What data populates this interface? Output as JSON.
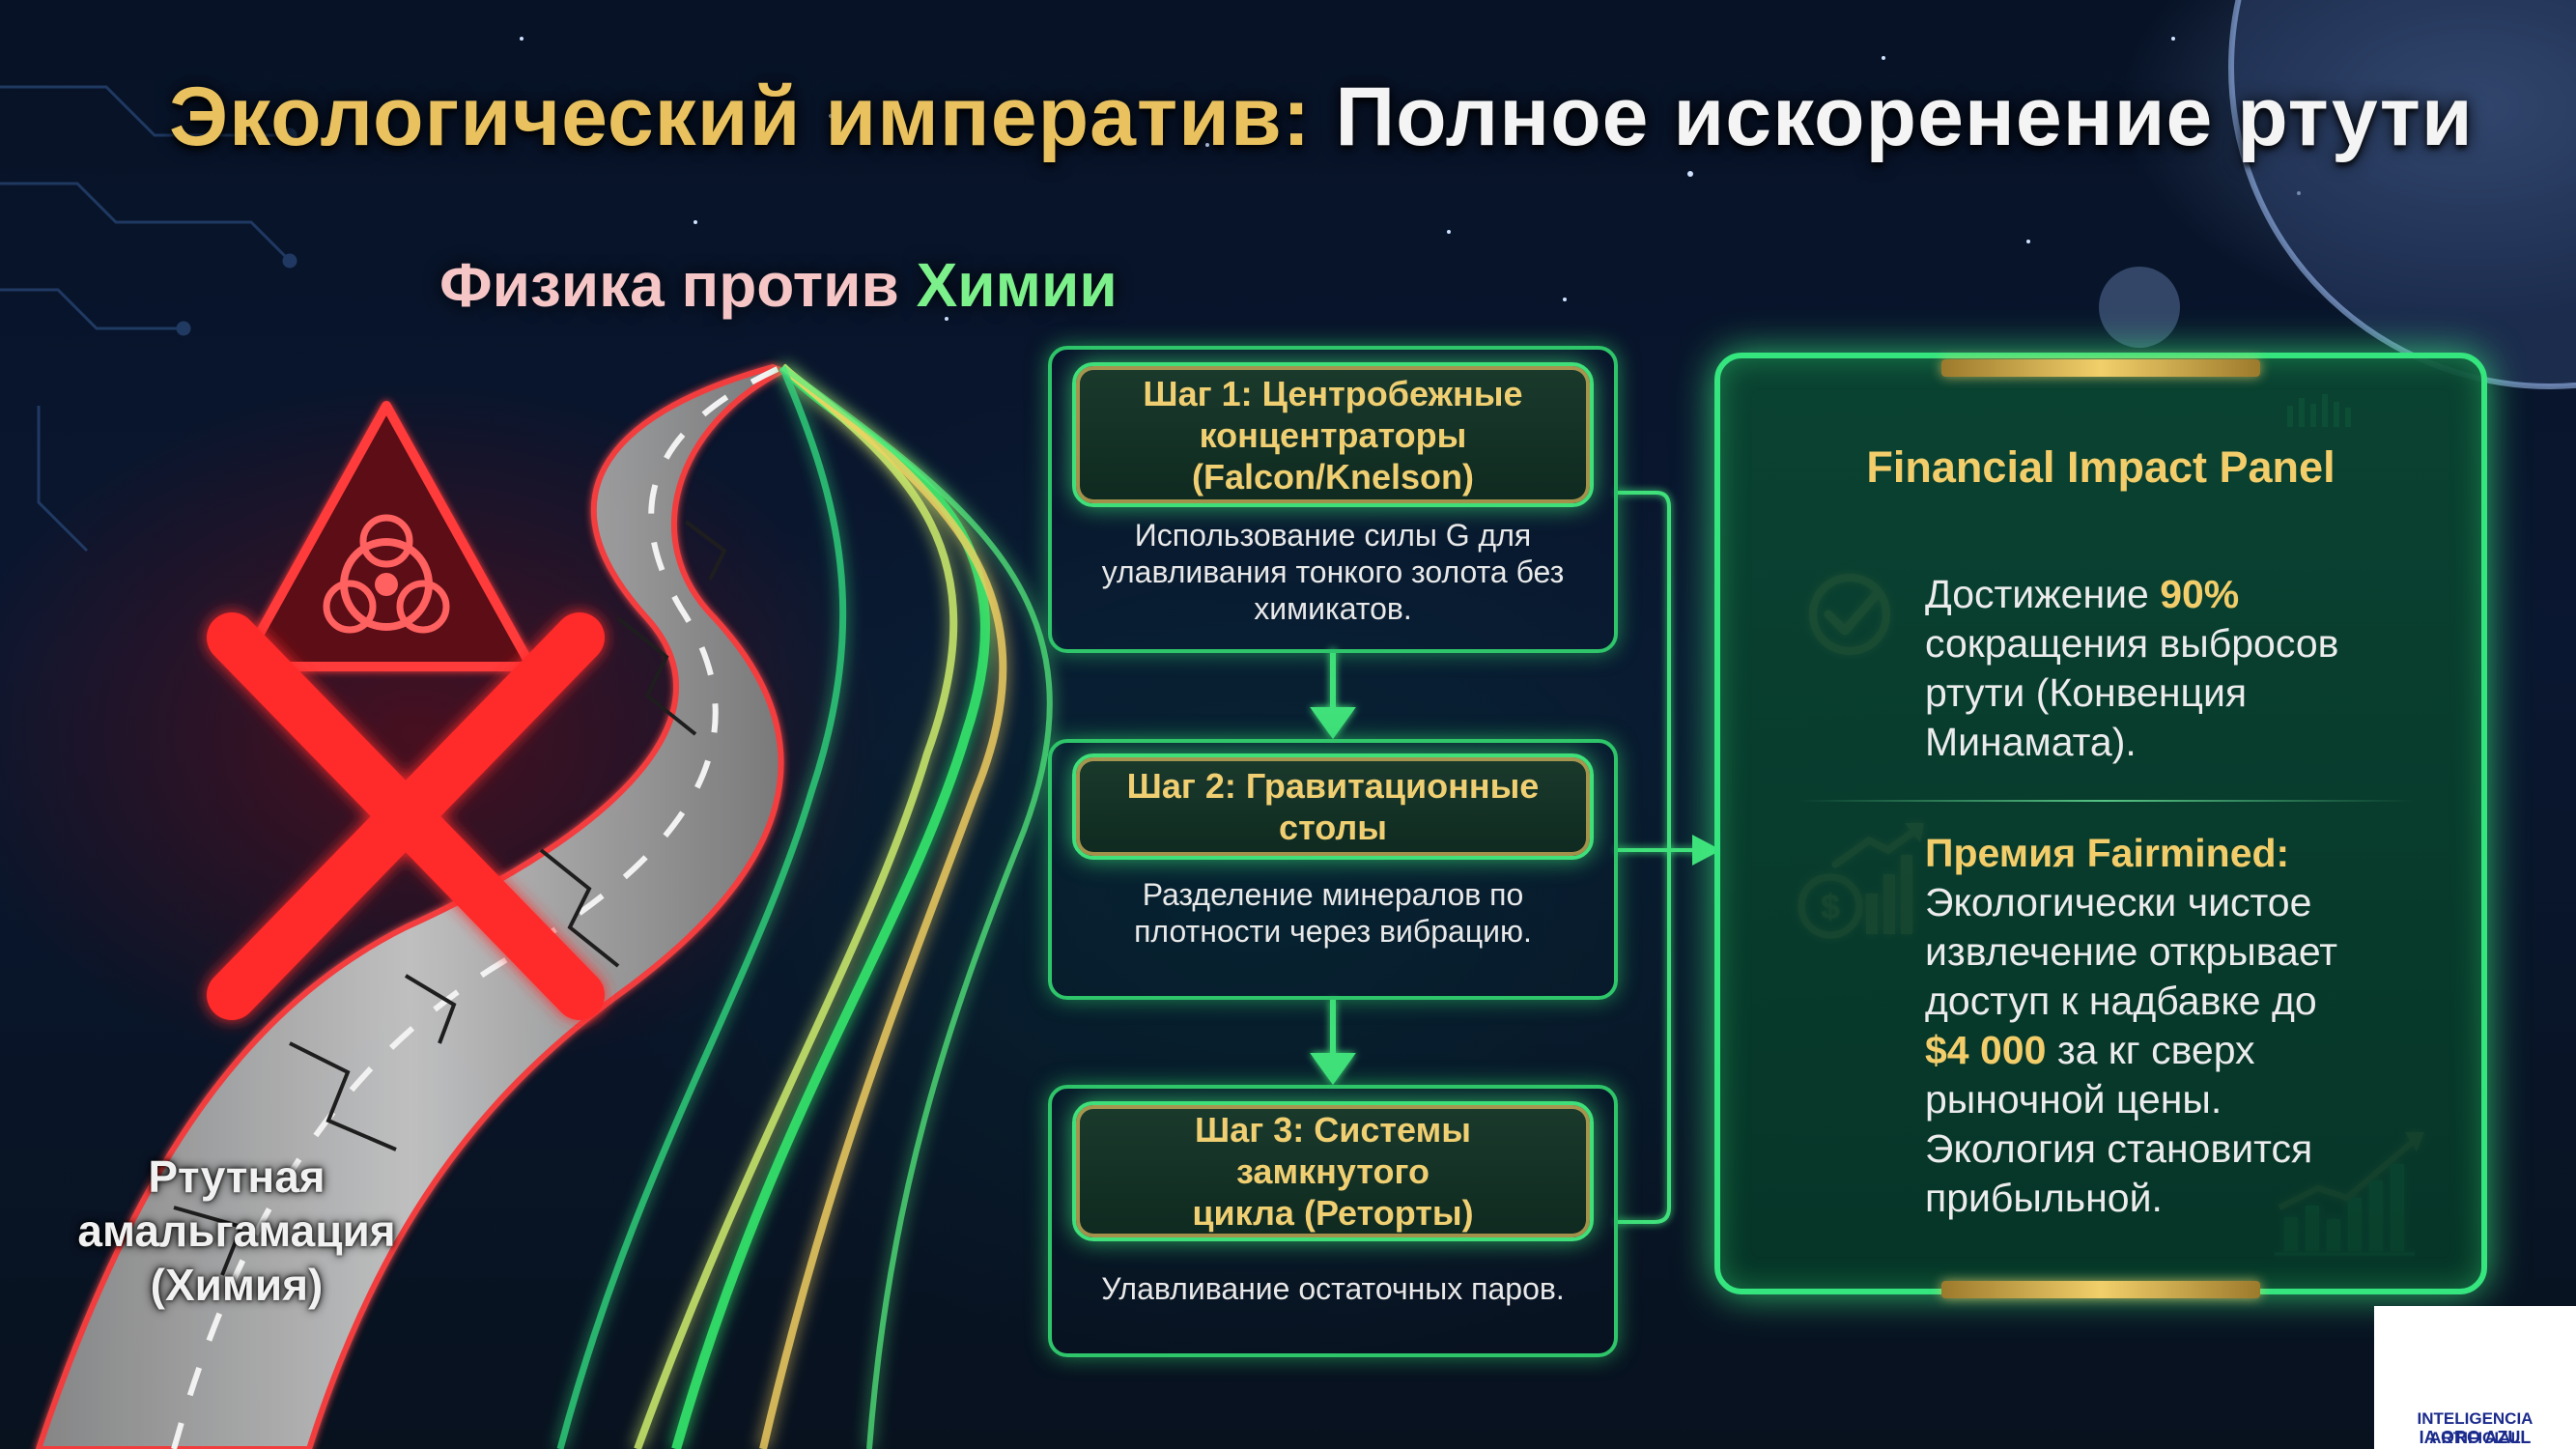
{
  "title": {
    "part1": "Экологический императив:",
    "part2": "Полное искоренение ртути"
  },
  "subtitle": {
    "part1": "Физика против",
    "part2": "Химии"
  },
  "road_label": {
    "line1": "Ртутная",
    "line2": "амальгамация",
    "line3": "(Химия)"
  },
  "steps": [
    {
      "heading": [
        "Шаг 1: Центробежные",
        "концентраторы",
        "(Falcon/Knelson)"
      ],
      "body": [
        "Использование силы G для",
        "улавливания тонкого золота без",
        "химикатов."
      ]
    },
    {
      "heading": [
        "Шаг 2: Гравитационные",
        "столы"
      ],
      "body": [
        "Разделение минералов по",
        "плотности через вибрацию."
      ]
    },
    {
      "heading": [
        "Шаг 3: Системы замкнутого",
        "цикла (Реторты)"
      ],
      "body": [
        "Улавливание остаточных паров."
      ]
    }
  ],
  "panel": {
    "title": "Financial Impact Panel",
    "item1": {
      "icon": "check-circle-icon",
      "line1_prefix": "Достижение",
      "line1_highlight": "90%",
      "line2": "сокращения выбросов",
      "line3": "ртути (Конвенция",
      "line4": "Минамата)."
    },
    "item2": {
      "icon": "money-growth-icon",
      "heading": "Премия Fairmined:",
      "line1": "Экологически чистое",
      "line2": "извлечение открывает",
      "line3": "доступ к надбавке до",
      "highlight": "$4 000",
      "line4_suffix": "за кг сверх",
      "line5": "рыночной цены.",
      "line6": "Экология становится",
      "line7": "прибыльной."
    }
  },
  "logo": {
    "line1": "INTELIGENCIA ARTIFICIAL",
    "line2": "IA ORO AZUL"
  },
  "colors": {
    "gold": "#e9c25f",
    "neon_green": "#35e57e",
    "hazard_red": "#ff2a2a",
    "logo_blue": "#1b2b8c"
  }
}
